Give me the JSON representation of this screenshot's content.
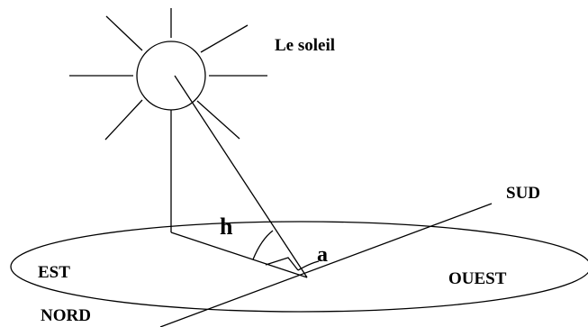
{
  "diagram": {
    "labels": {
      "sun": "Le soleil",
      "south": "SUD",
      "east": "EST",
      "west": "OUEST",
      "north": "NORD",
      "height": "h",
      "azimuth": "a"
    },
    "colors": {
      "ink": "#000000",
      "background": "#ffffff"
    }
  }
}
